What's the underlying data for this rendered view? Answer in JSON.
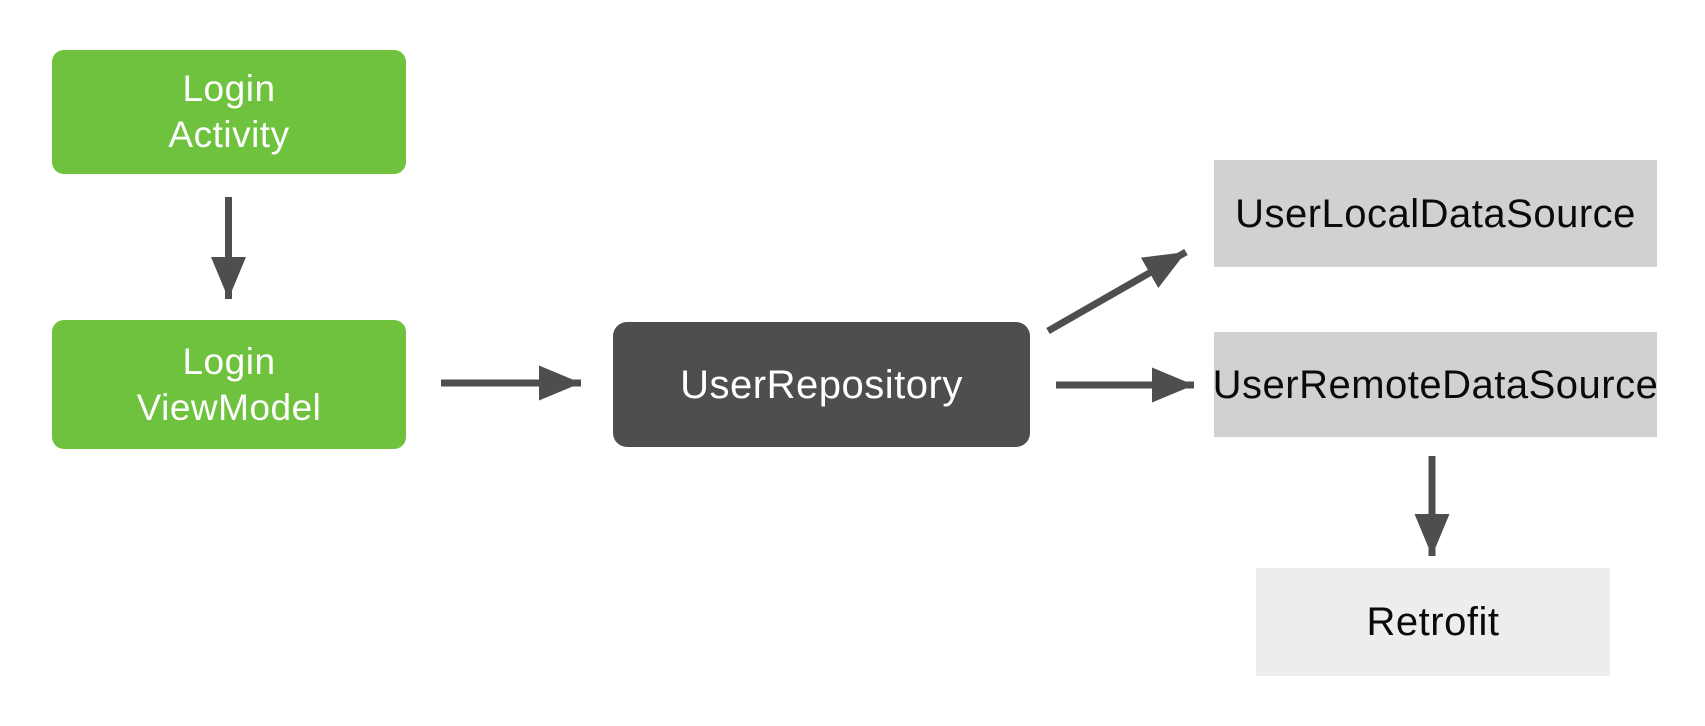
{
  "colors": {
    "background": "#ffffff",
    "green_box": "#6fc23e",
    "dark_box": "#4e4e4e",
    "gray_box": "#d3d1cf",
    "lighter_gray_box": "#ededeb",
    "arrow": "#4e4e4e",
    "light_text": "#ffffff",
    "dark_text": "#0a0a0a"
  },
  "nodes": {
    "login_activity": {
      "label": "Login\nActivity"
    },
    "login_viewmodel": {
      "label": "Login\nViewModel"
    },
    "user_repository": {
      "label": "UserRepository"
    },
    "user_local_data_source": {
      "label": "UserLocalDataSource"
    },
    "user_remote_data_source": {
      "label": "UserRemoteDataSource"
    },
    "retrofit": {
      "label": "Retrofit"
    }
  },
  "edges": [
    {
      "from": "login_activity",
      "to": "login_viewmodel",
      "direction": "down"
    },
    {
      "from": "login_viewmodel",
      "to": "user_repository",
      "direction": "right"
    },
    {
      "from": "user_repository",
      "to": "user_local_data_source",
      "direction": "up-right"
    },
    {
      "from": "user_repository",
      "to": "user_remote_data_source",
      "direction": "right"
    },
    {
      "from": "user_remote_data_source",
      "to": "retrofit",
      "direction": "down"
    }
  ]
}
